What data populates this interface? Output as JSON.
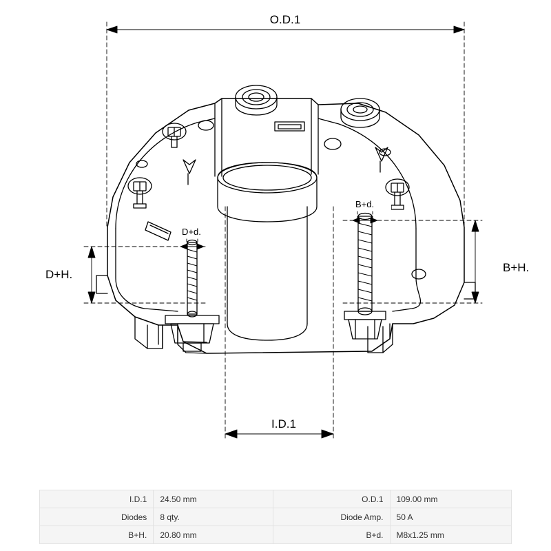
{
  "diagram": {
    "labels": {
      "od1": "O.D.1",
      "id1": "I.D.1",
      "bd": "B+d.",
      "bh": "B+H.",
      "dd": "D+d.",
      "dh": "D+H."
    }
  },
  "spec_table": {
    "rows": [
      [
        {
          "label": "I.D.1",
          "value": "24.50 mm"
        },
        {
          "label": "O.D.1",
          "value": "109.00 mm"
        }
      ],
      [
        {
          "label": "Diodes",
          "value": "8 qty."
        },
        {
          "label": "Diode Amp.",
          "value": "50 A"
        }
      ],
      [
        {
          "label": "B+H.",
          "value": "20.80 mm"
        },
        {
          "label": "B+d.",
          "value": "M8x1.25 mm"
        }
      ]
    ]
  }
}
